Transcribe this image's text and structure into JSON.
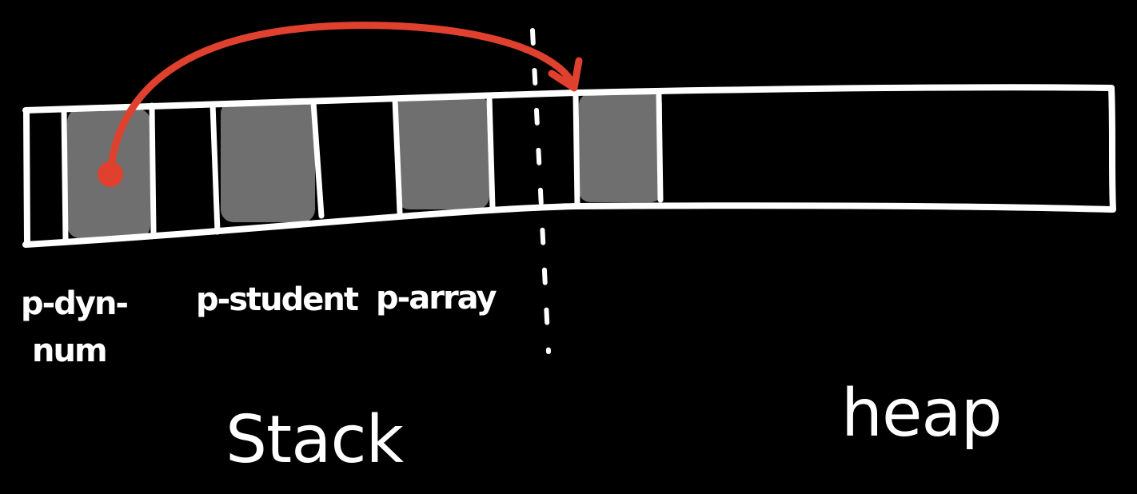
{
  "diagram": {
    "colors": {
      "background": "#000000",
      "outline": "#ffffff",
      "slot_fill": "#6f6f6f",
      "pointer": "#e0412f"
    },
    "variables": [
      {
        "label_line1": "p-dyn-",
        "label_line2": "num"
      },
      {
        "label_line1": "p-student"
      },
      {
        "label_line1": "p-array"
      }
    ],
    "regions": {
      "stack": "Stack",
      "heap": "heap"
    }
  }
}
